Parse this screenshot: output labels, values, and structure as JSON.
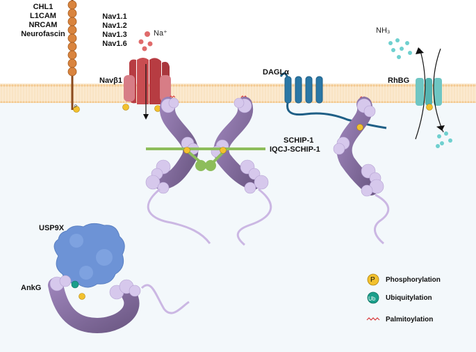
{
  "proteins": {
    "cams": [
      "CHL1",
      "L1CAM",
      "NRCAM",
      "Neurofascin"
    ],
    "nav_alpha": [
      "Nav1.1",
      "Nav1.2",
      "Nav1.3",
      "Nav1.6"
    ],
    "nav_beta": "Navβ1",
    "dagl": "DAGLα",
    "rhbg": "RhBG",
    "schip": [
      "SCHIP-1",
      "IQCJ-SCHIP-1"
    ],
    "usp9x": "USP9X",
    "ankg": "AnkG"
  },
  "ions": {
    "sodium": "Na⁺",
    "ammonia": "NH₃"
  },
  "markers": {
    "phospho_symbol": "P",
    "ubiquitin_symbol": "Ub"
  },
  "legend": [
    {
      "symbol": "P",
      "label": "Phosphorylation",
      "color": "#f2c12e"
    },
    {
      "symbol": "Ub",
      "label": "Ubiquitylation",
      "color": "#1a9e8a"
    },
    {
      "symbol": "",
      "label": "Palmitoylation",
      "color": "#d9373a"
    }
  ],
  "colors": {
    "membrane": "#f6d9b0",
    "cytoplasm": "#f3f8fb",
    "ankyrin": "#a98fc2",
    "ankyrin_repeats": "#d6c8ec",
    "nav": "#c0464a",
    "schip": "#8dbd5b",
    "dagl": "#1f5f86",
    "rhbg": "#6fc6c3",
    "usp9x": "#6d93d6"
  }
}
